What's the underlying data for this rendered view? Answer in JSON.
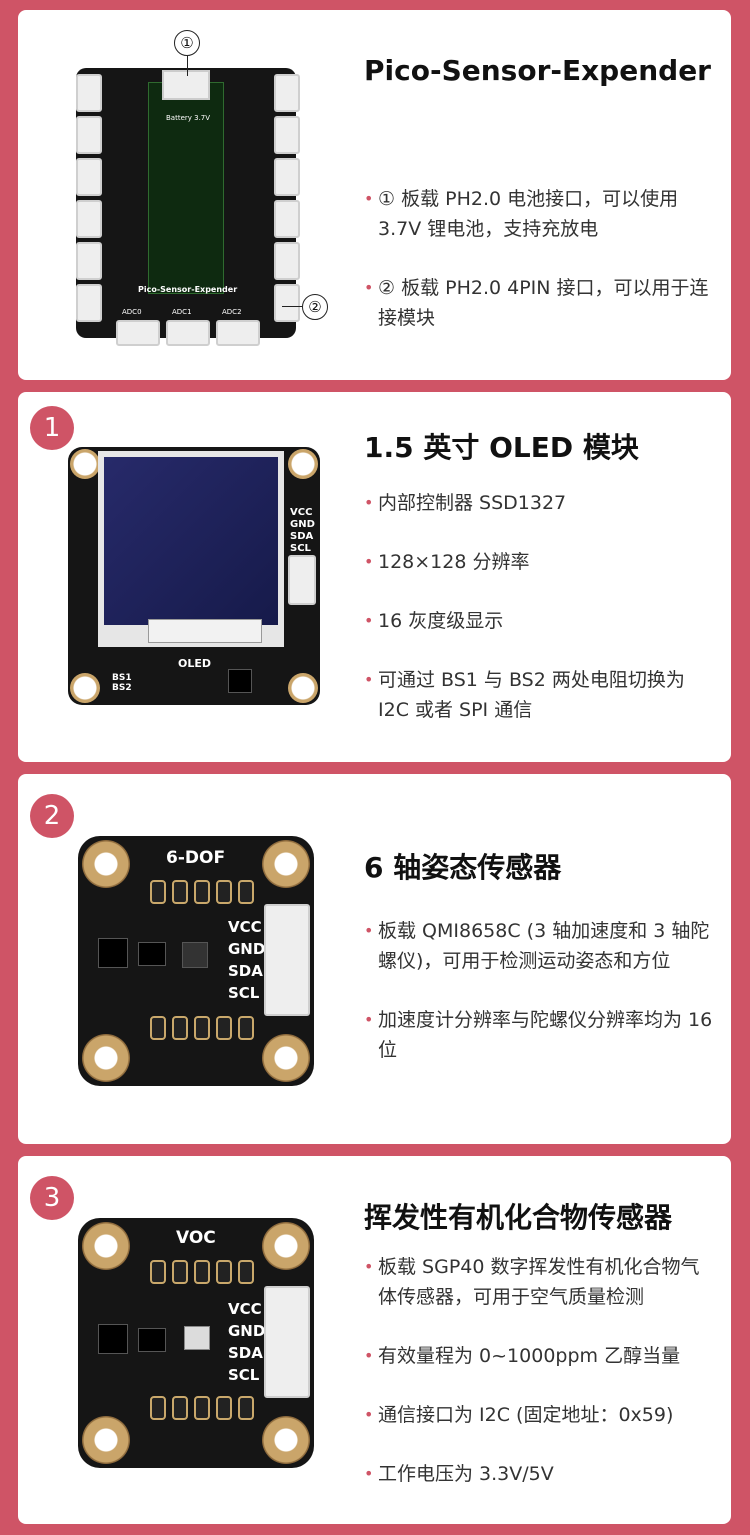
{
  "sections": [
    {
      "title": "Pico-Sensor-Expender",
      "bullets": [
        "① 板载 PH2.0 电池接口，可以使用 3.7V 锂电池，支持充放电",
        "② 板载 PH2.0 4PIN 接口，可以用于连接模块"
      ],
      "board": {
        "callout_1": "①",
        "callout_2": "②",
        "battery_label": "Battery 3.7V",
        "name_label": "Pico-Sensor-Expender",
        "adc_labels": [
          "ADC0",
          "ADC1",
          "ADC2"
        ]
      }
    },
    {
      "badge": "1",
      "title": "1.5 英寸 OLED 模块",
      "bullets": [
        "内部控制器 SSD1327",
        "128×128 分辨率",
        "16 灰度级显示",
        "可通过 BS1 与 BS2 两处电阻切换为I2C 或者 SPI 通信"
      ],
      "board": {
        "pins": [
          "VCC",
          "GND",
          "SDA",
          "SCL"
        ],
        "name_label": "OLED",
        "bs1": "BS1",
        "bs2": "BS2"
      }
    },
    {
      "badge": "2",
      "title": "6 轴姿态传感器",
      "bullets": [
        "板载 QMI8658C (3 轴加速度和 3 轴陀螺仪)，可用于检测运动姿态和方位",
        "加速度计分辨率与陀螺仪分辨率均为 16 位"
      ],
      "board": {
        "name_label": "6-DOF",
        "pins": [
          "VCC",
          "GND",
          "SDA",
          "SCL"
        ]
      }
    },
    {
      "badge": "3",
      "title": "挥发性有机化合物传感器",
      "bullets": [
        "板载 SGP40 数字挥发性有机化合物气体传感器，可用于空气质量检测",
        "有效量程为 0~1000ppm 乙醇当量",
        "通信接口为 I2C (固定地址：0x59)",
        "工作电压为 3.3V/5V"
      ],
      "board": {
        "name_label": "VOC",
        "pins": [
          "VCC",
          "GND",
          "SDA",
          "SCL"
        ]
      }
    }
  ],
  "colors": {
    "background": "#cf5466",
    "card": "#ffffff",
    "accent": "#cf5466"
  }
}
